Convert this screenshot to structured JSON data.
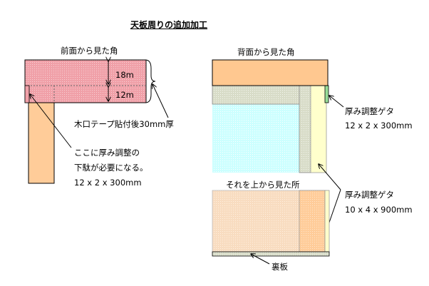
{
  "title": "天板周りの追加加工",
  "front": {
    "heading": "前面から見た角",
    "dim_top": "18m",
    "dim_bottom": "12m",
    "edge_tape_note": "木口テープ貼付後30mm厚",
    "shim_note_line1": "ここに厚み調整の",
    "shim_note_line2": "下駄が必要になる。",
    "shim_size": "12 x 2 x 300mm"
  },
  "back": {
    "heading": "背面から見た角",
    "shim_small_label": "厚み調整ゲタ",
    "shim_small_size": "12 x 2 x 300mm",
    "top_view_heading": "それを上から見た所",
    "shim_large_label": "厚み調整ゲタ",
    "shim_large_size": "10 x 4 x 900mm",
    "back_panel_label": "裏板"
  },
  "colors": {
    "tabletop_pink": "#f0a0a8",
    "leg_orange": "#ffcc99",
    "top_board_orange": "#ffc890",
    "inner_cyan": "#ccffff",
    "gray_green": "#d8dcc8",
    "shim_yellow": "#ffffcc",
    "shim_green": "#99dd99",
    "top_view_peach": "#f8dcc0"
  }
}
